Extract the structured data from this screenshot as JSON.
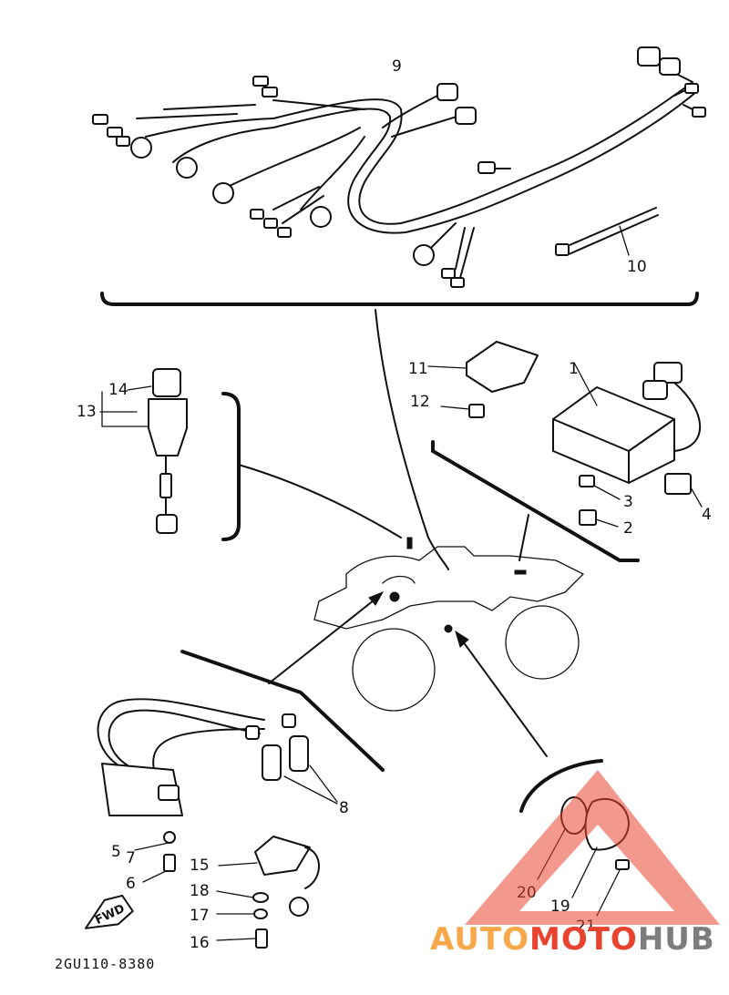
{
  "part_labels": {
    "p1": "1",
    "p2": "2",
    "p3": "3",
    "p4": "4",
    "p5": "5",
    "p6": "6",
    "p7": "7",
    "p8": "8",
    "p9": "9",
    "p10": "10",
    "p11": "11",
    "p12": "12",
    "p13": "13",
    "p14": "14",
    "p15": "15",
    "p16": "16",
    "p17": "17",
    "p18": "18",
    "p19": "19",
    "p20": "20",
    "p21": "21"
  },
  "direction_marker": "FWD",
  "drawing_code": "2GU110-8380",
  "watermark": {
    "auto": "AUTO",
    "moto": "MOTO",
    "hub": "HUB",
    "colors": {
      "auto": "#f7a84b",
      "moto": "#e8432f",
      "hub": "#7d7d7d",
      "triangle": "#e8432f"
    }
  }
}
